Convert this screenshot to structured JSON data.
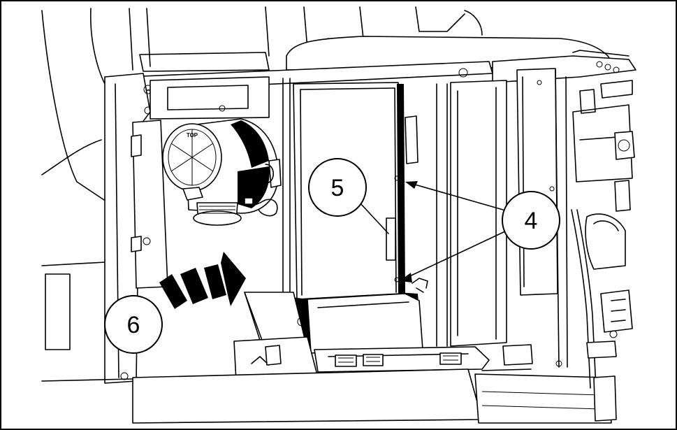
{
  "callouts": [
    {
      "id": "callout-4",
      "label": "4"
    },
    {
      "id": "callout-5",
      "label": "5"
    },
    {
      "id": "callout-6",
      "label": "6"
    }
  ],
  "stamp": {
    "text": "TOP"
  },
  "colors": {
    "ink": "#000000",
    "paper": "#ffffff"
  }
}
